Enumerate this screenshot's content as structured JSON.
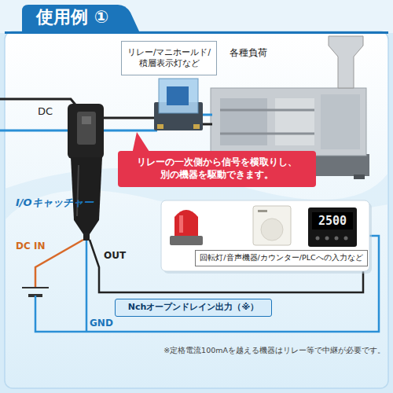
{
  "diagram": {
    "title": "使用例 ①",
    "nodes": [
      {
        "text": [
          "リレー/マニホールド/ 積層表示灯など"
        ]
      },
      {
        "text": [
          "リレーの一次側から信号を横取りし、 別の機器を駆動できます。"
        ]
      },
      {
        "text": [
          "回転灯/音声機器/カウンター/PLCへの入力など"
        ]
      },
      {
        "text": [
          "Nchオープンドレイン出力（※）"
        ]
      }
    ],
    "labels": [
      "各種負荷",
      "DC",
      "I/Oキャッチャー",
      "2500",
      "DC IN",
      "OUT",
      "GND",
      "※定格電流100mAを越える機器はリレー等で中継が必要です。"
    ]
  }
}
